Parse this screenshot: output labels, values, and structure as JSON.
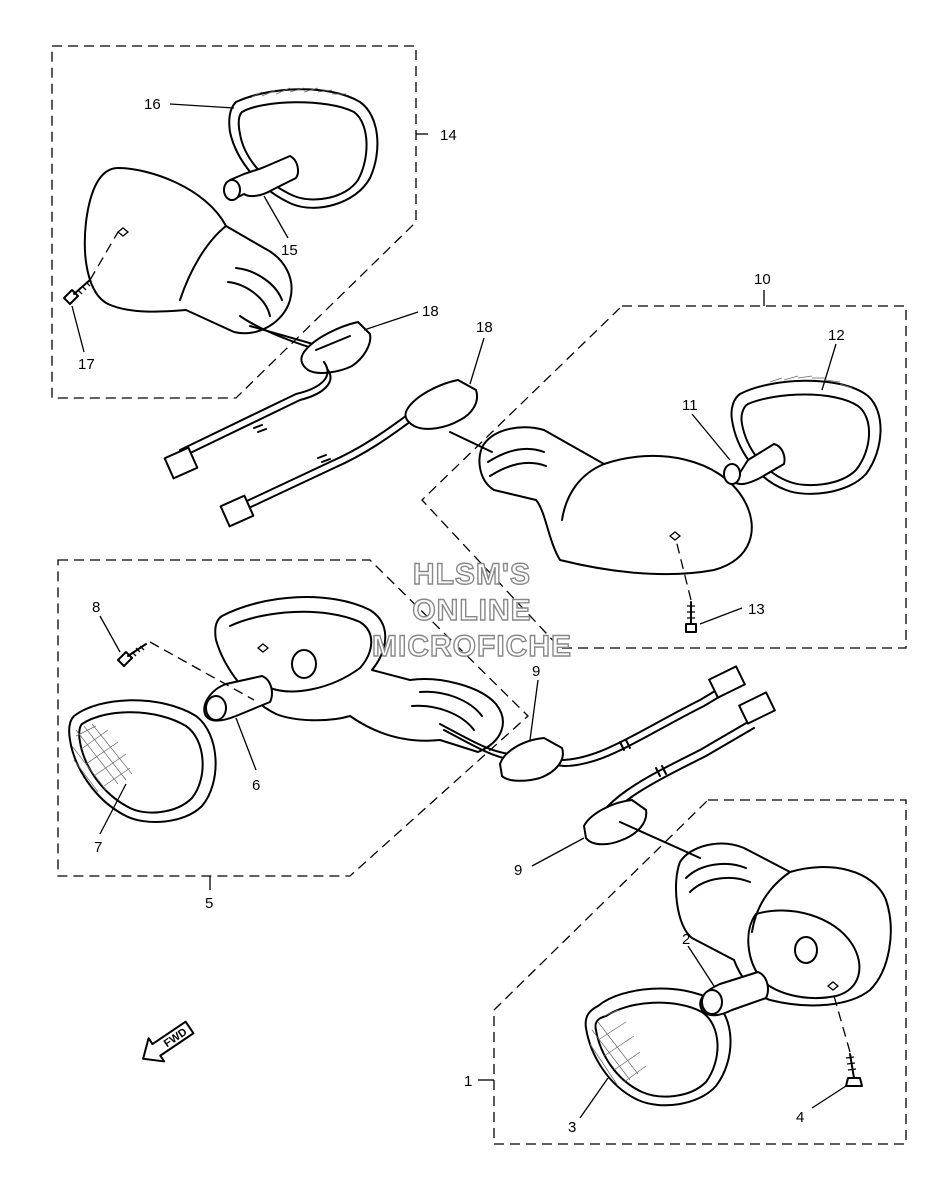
{
  "watermark": {
    "line1": "HLSM'S",
    "line2": "ONLINE",
    "line3": "MICROFICHE"
  },
  "direction_badge": "FWD",
  "callouts": {
    "c1": "1",
    "c2": "2",
    "c3": "3",
    "c4": "4",
    "c5": "5",
    "c6": "6",
    "c7": "7",
    "c8": "8",
    "c9a": "9",
    "c9b": "9",
    "c10": "10",
    "c11": "11",
    "c12": "12",
    "c13": "13",
    "c14": "14",
    "c15": "15",
    "c16": "16",
    "c17": "17",
    "c18a": "18",
    "c18b": "18"
  }
}
